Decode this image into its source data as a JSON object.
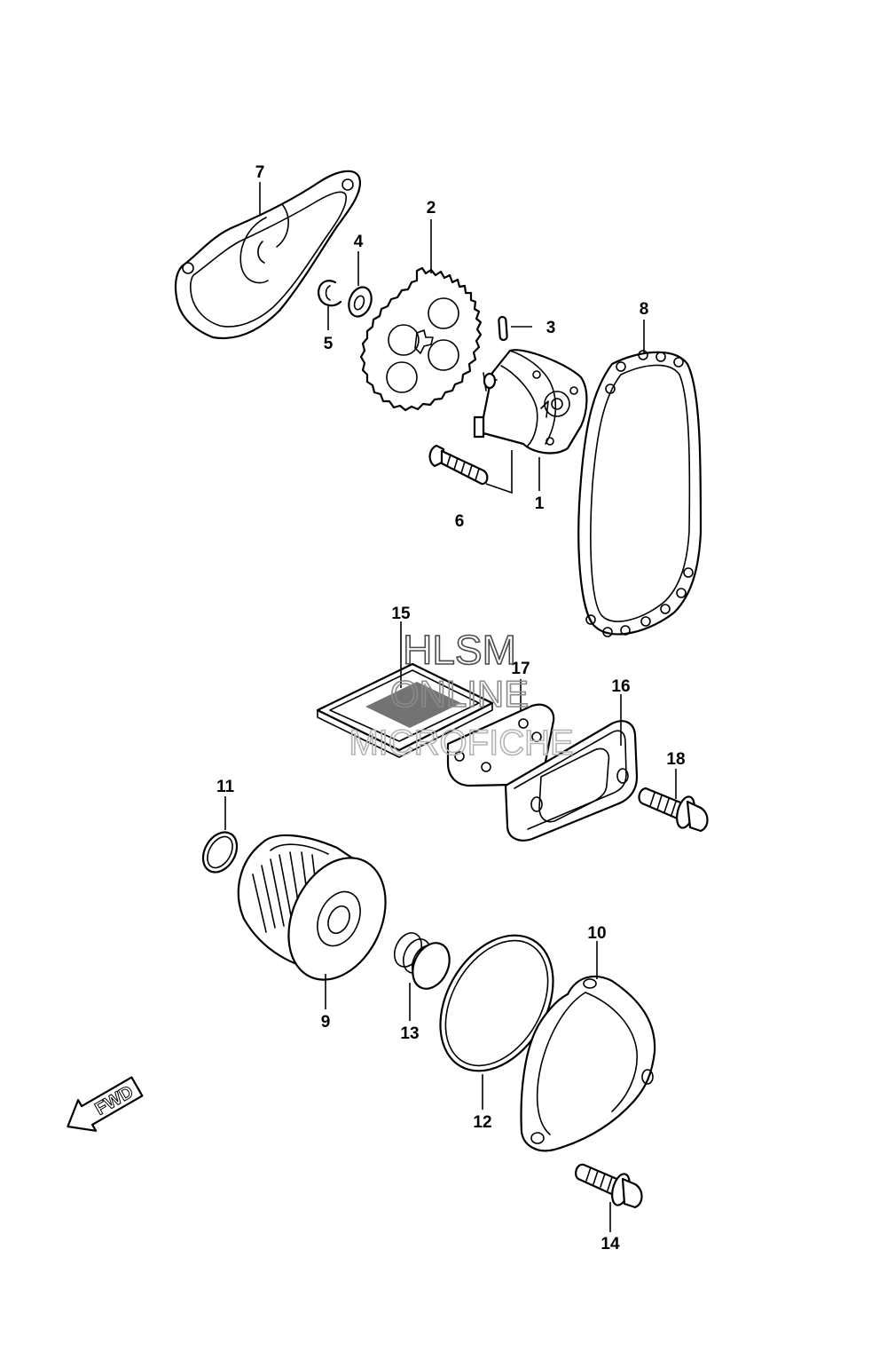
{
  "callouts": {
    "p1": "1",
    "p2": "2",
    "p3": "3",
    "p4": "4",
    "p5": "5",
    "p6": "6",
    "p7": "7",
    "p8": "8",
    "p9": "9",
    "p10": "10",
    "p11": "11",
    "p12": "12",
    "p13": "13",
    "p14": "14",
    "p15": "15",
    "p16": "16",
    "p17": "17",
    "p18": "18"
  },
  "watermark": {
    "line1": "HLSM",
    "line2": "ONLINE",
    "line3": "MICROFICHE"
  },
  "direction_arrow": {
    "label": "FWD"
  }
}
